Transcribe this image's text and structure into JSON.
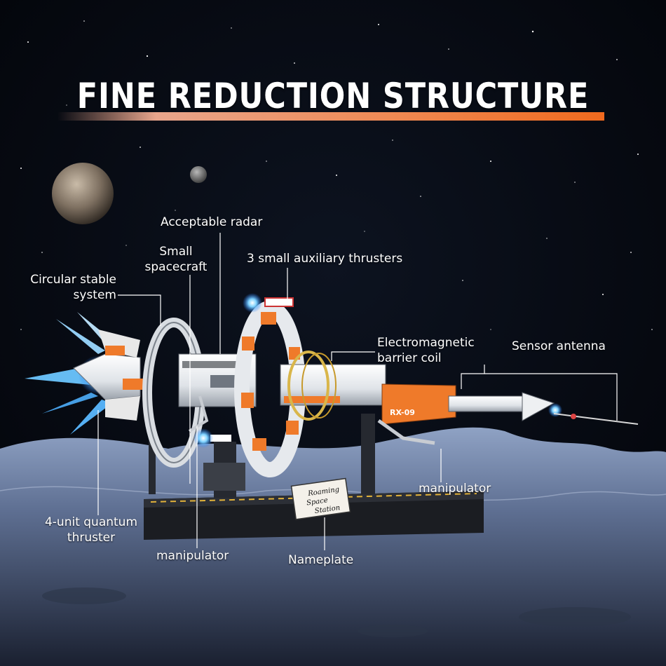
{
  "title": "FINE REDUCTION STRUCTURE",
  "nameplate_text": [
    "Roaming",
    "Space",
    "Station"
  ],
  "model_badge": "RX-09",
  "callouts": {
    "acceptable_radar": "Acceptable radar",
    "small_spacecraft_1": "Small",
    "small_spacecraft_2": "spacecraft",
    "aux_thrusters": "3 small auxiliary thrusters",
    "circular_stable_1": "Circular stable",
    "circular_stable_2": "system",
    "em_coil_1": "Electromagnetic",
    "em_coil_2": "barrier coil",
    "sensor_antenna": "Sensor antenna",
    "manipulator_right": "manipulator",
    "quantum_thruster_1": "4-unit quantum",
    "quantum_thruster_2": "thruster",
    "manipulator_left": "manipulator",
    "nameplate": "Nameplate"
  },
  "colors": {
    "title_bar": "#f06a1e",
    "accent_orange": "#ef7a2a",
    "hull_white": "#e9ecef",
    "thruster_blue": "#3fb3ff"
  }
}
